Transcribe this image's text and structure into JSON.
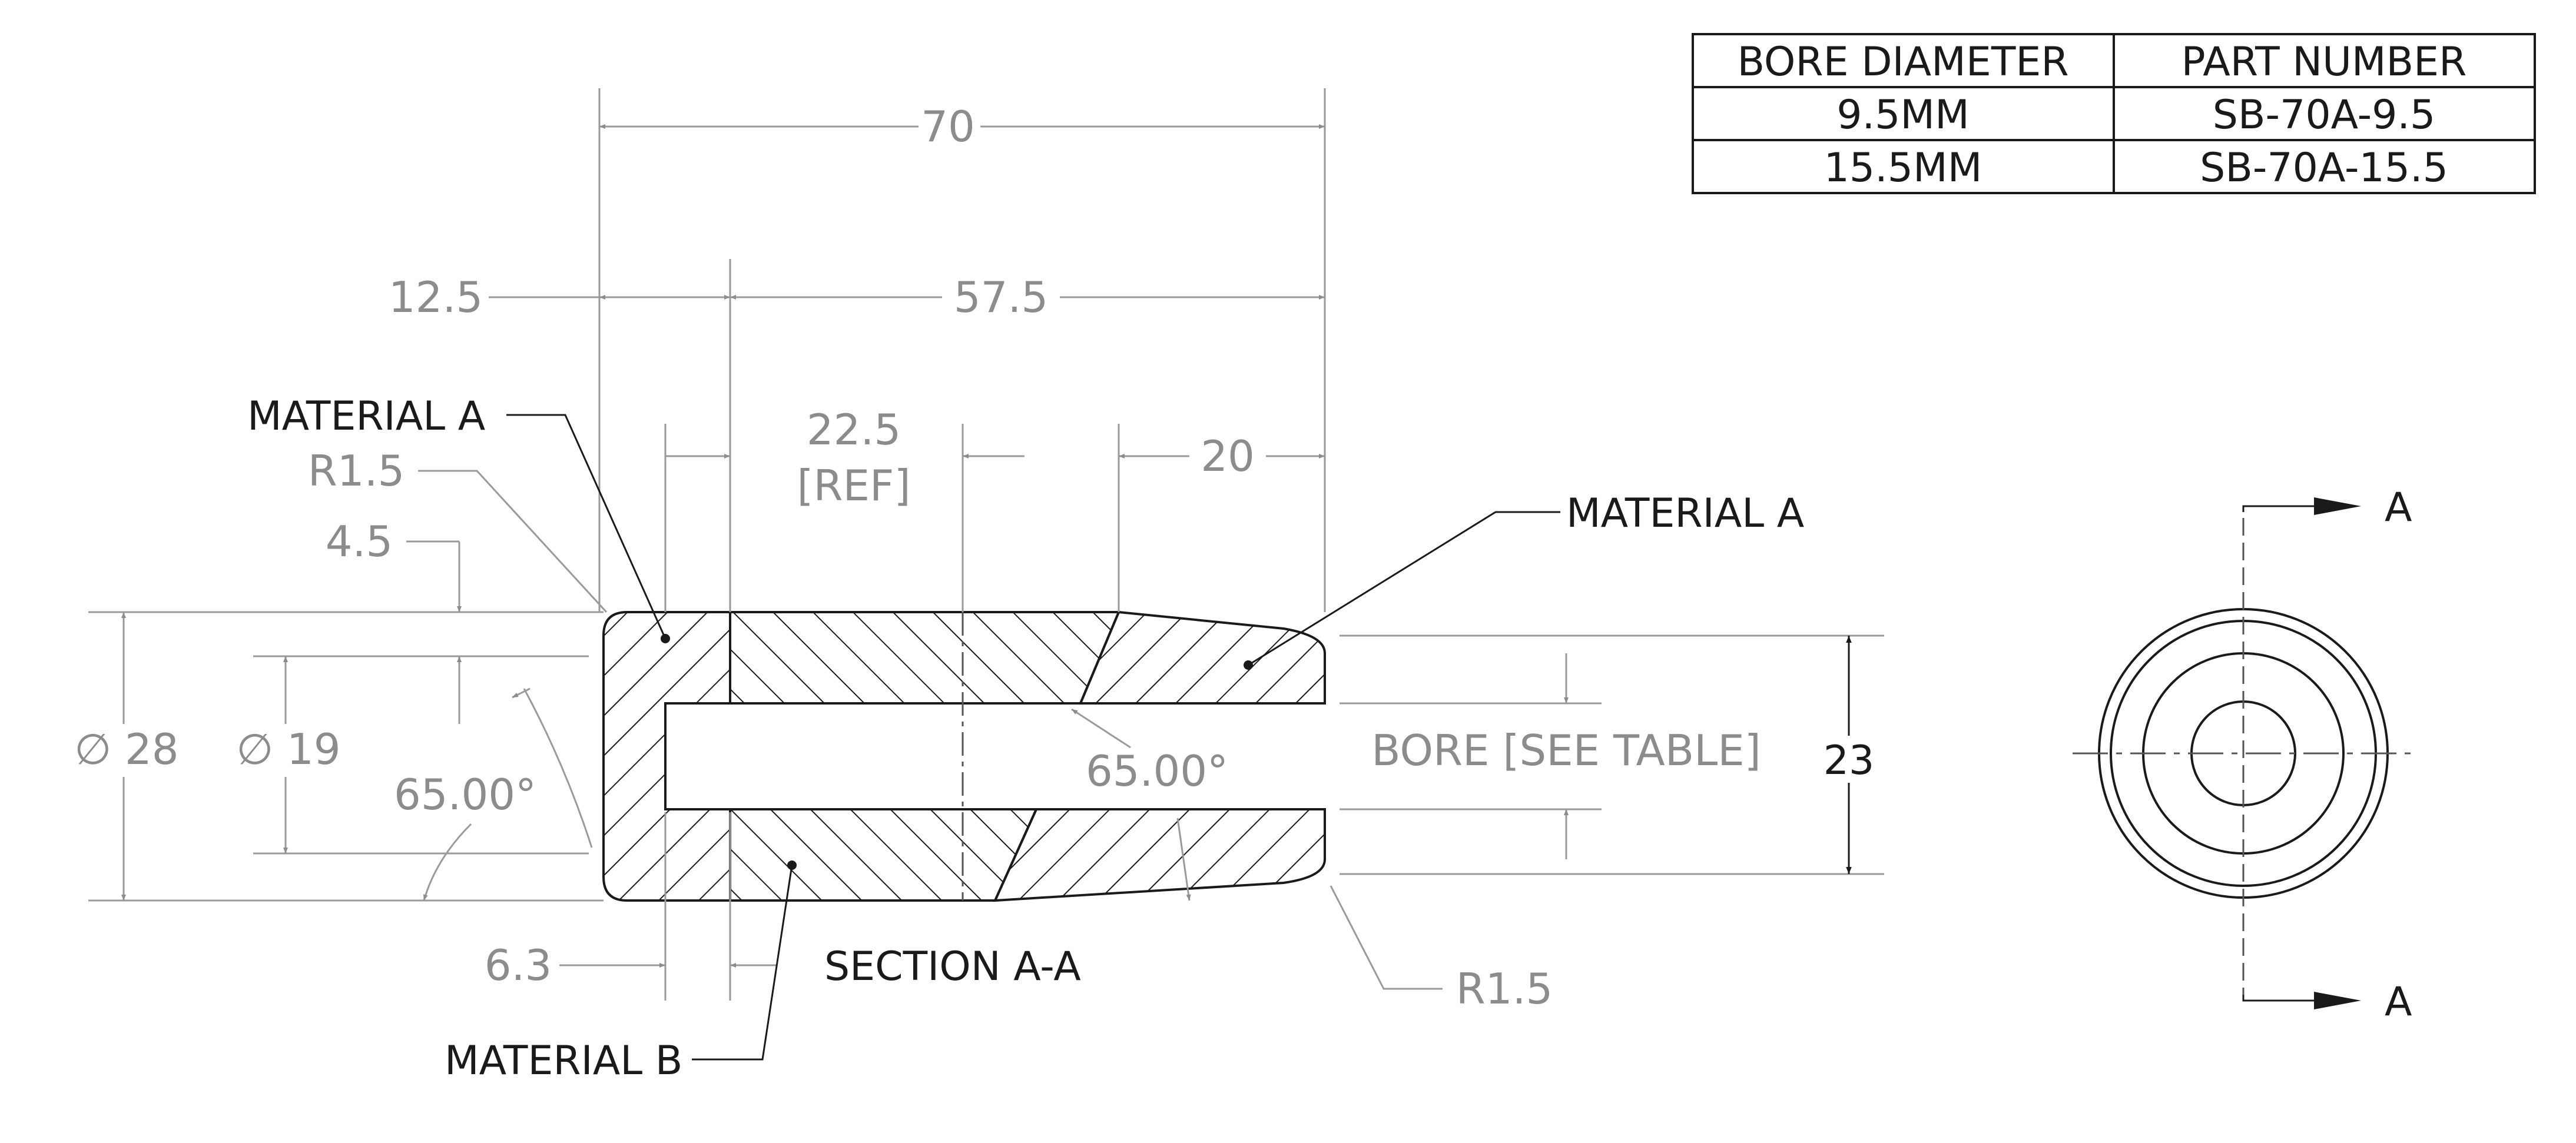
{
  "table": {
    "headers": [
      "BORE DIAMETER",
      "PART NUMBER"
    ],
    "rows": [
      [
        "9.5MM",
        "SB-70A-9.5"
      ],
      [
        "15.5MM",
        "SB-70A-15.5"
      ]
    ]
  },
  "dimensions": {
    "overall_length": "70",
    "left_length": "12.5",
    "right_length": "57.5",
    "ref_length": "22.5",
    "ref_tag": "[REF]",
    "tip_length": "20",
    "wall_thickness": "4.5",
    "outer_diameter": "∅ 28",
    "inner_diameter": "∅ 19",
    "angle_left": "65.00°",
    "angle_right": "65.00°",
    "bore": "BORE [SEE TABLE]",
    "tip_height": "23",
    "cap_thickness": "6.3",
    "radius_left": "R1.5",
    "radius_right": "R1.5"
  },
  "labels": {
    "material_a_left": "MATERIAL A",
    "material_a_right": "MATERIAL A",
    "material_b": "MATERIAL B",
    "section": "SECTION A-A",
    "cut_top": "A",
    "cut_bottom": "A"
  }
}
